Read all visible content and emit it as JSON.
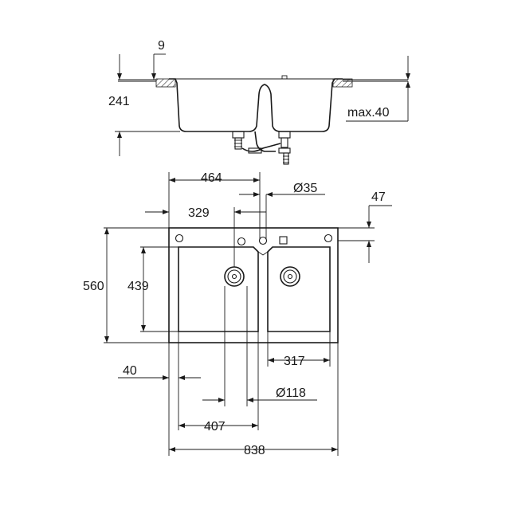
{
  "drawing": {
    "side_view": {
      "dim_flange": "9",
      "dim_depth": "241",
      "dim_cabinet": "max.40"
    },
    "top_view": {
      "dim_tap_offset": "464",
      "dim_tap_hole": "Ø35",
      "dim_tap_edge": "47",
      "dim_left_drain_offset": "329",
      "dim_total_depth": "560",
      "dim_bowl_depth": "439",
      "dim_right_bowl": "317",
      "dim_left_margin": "40",
      "dim_drain": "Ø118",
      "dim_left_bowl": "407",
      "dim_total_width": "838"
    }
  }
}
